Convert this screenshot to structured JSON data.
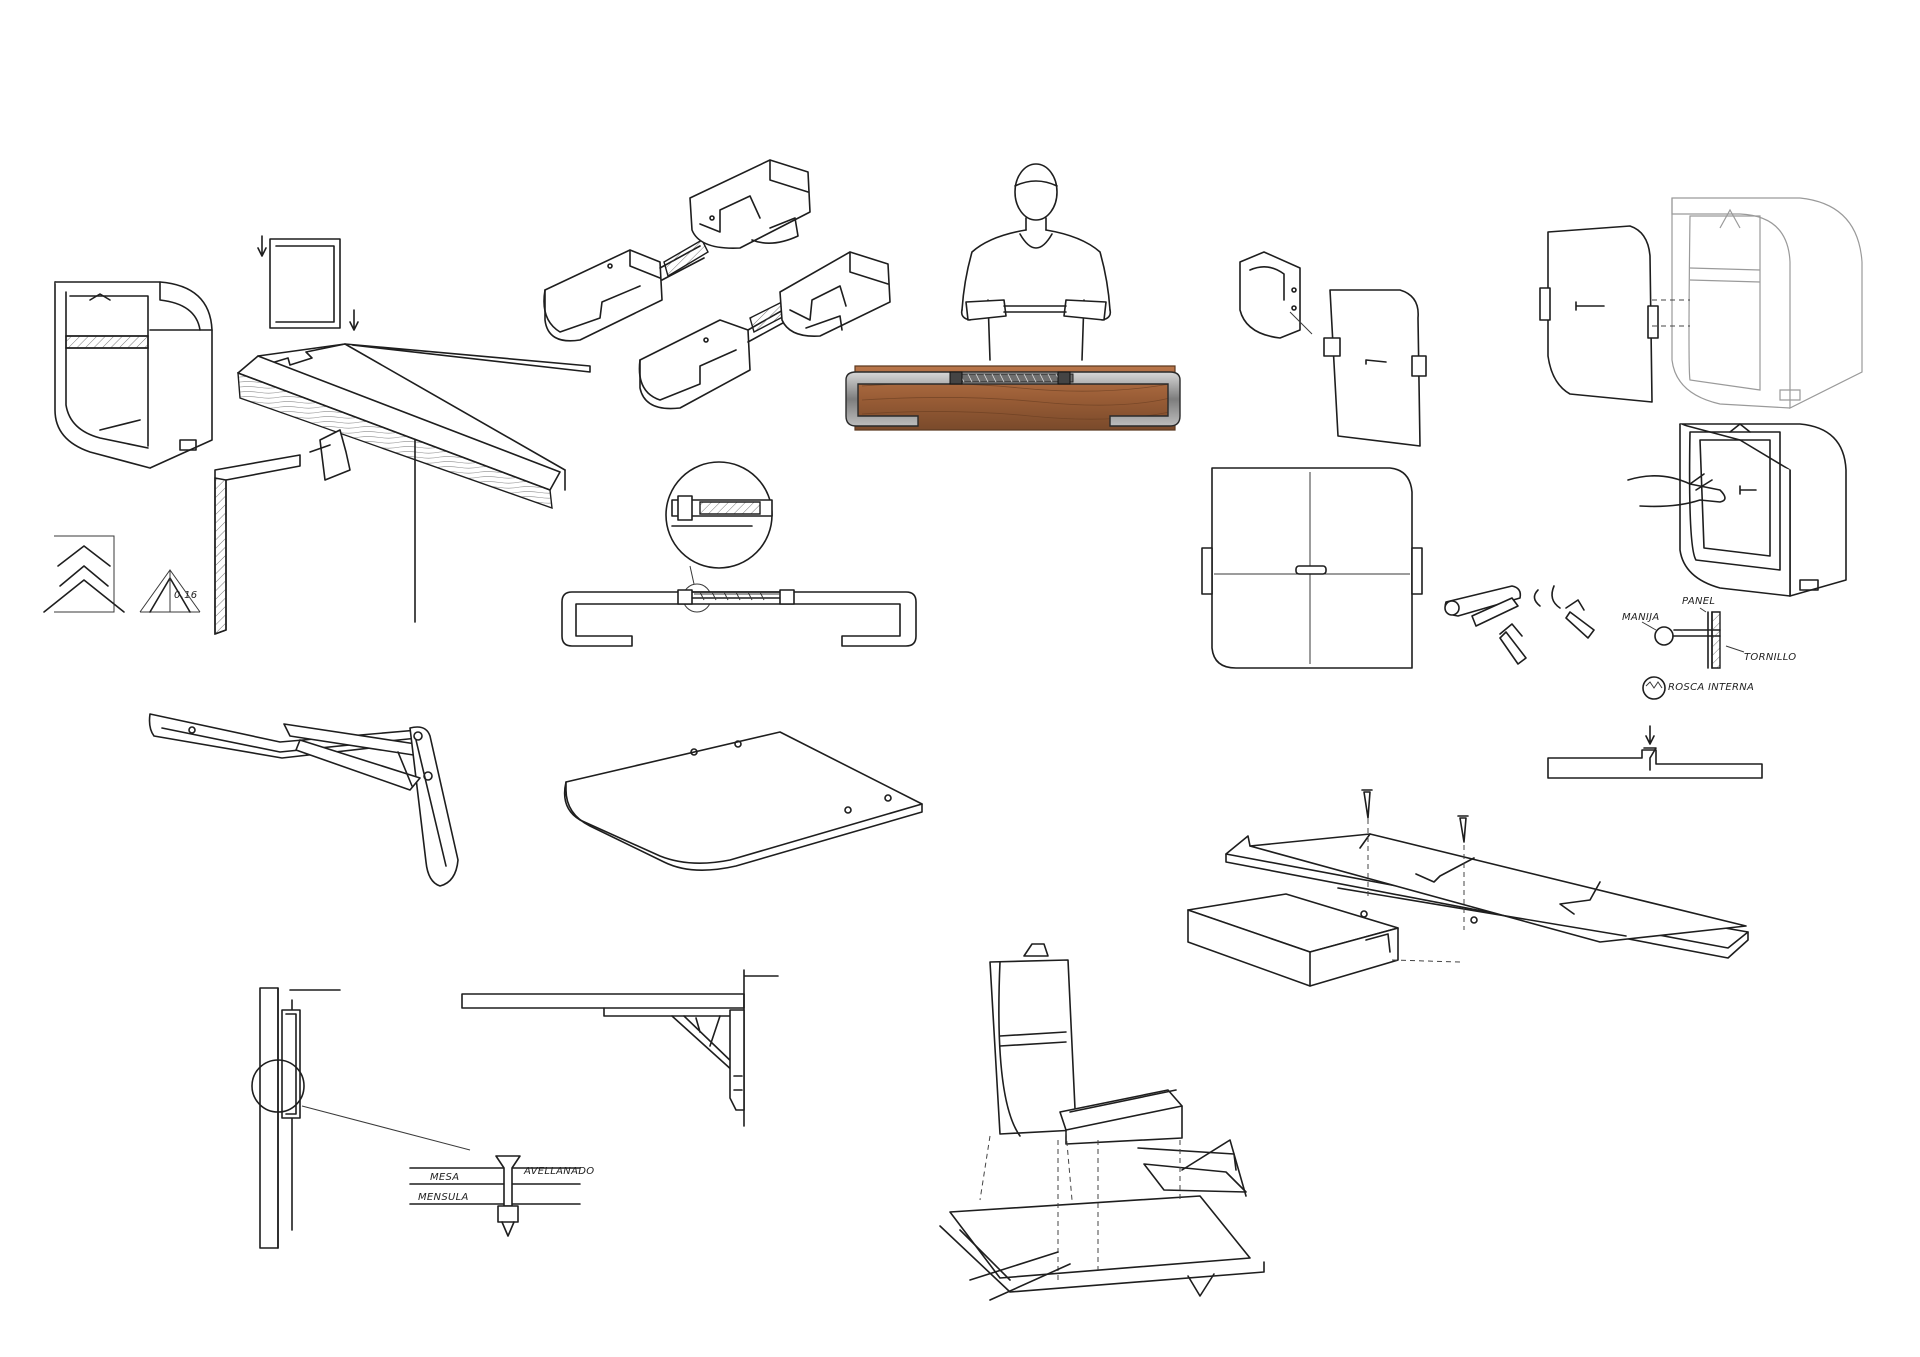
{
  "annotations": {
    "mesa": "MESA",
    "mensula": "MENSULA",
    "avellanado": "AVELLANADO",
    "manija": "MANIJA",
    "panel": "PANEL",
    "tornillo": "TORNILLO",
    "rosca_interna": "ROSCA INTERNA",
    "angle_mark": "0.16"
  },
  "colors": {
    "ink": "#1e1e1e",
    "wood_dark": "#7a4a2b",
    "wood_light": "#b9764a",
    "metal": "#8c8c8c",
    "paper": "#ffffff"
  }
}
